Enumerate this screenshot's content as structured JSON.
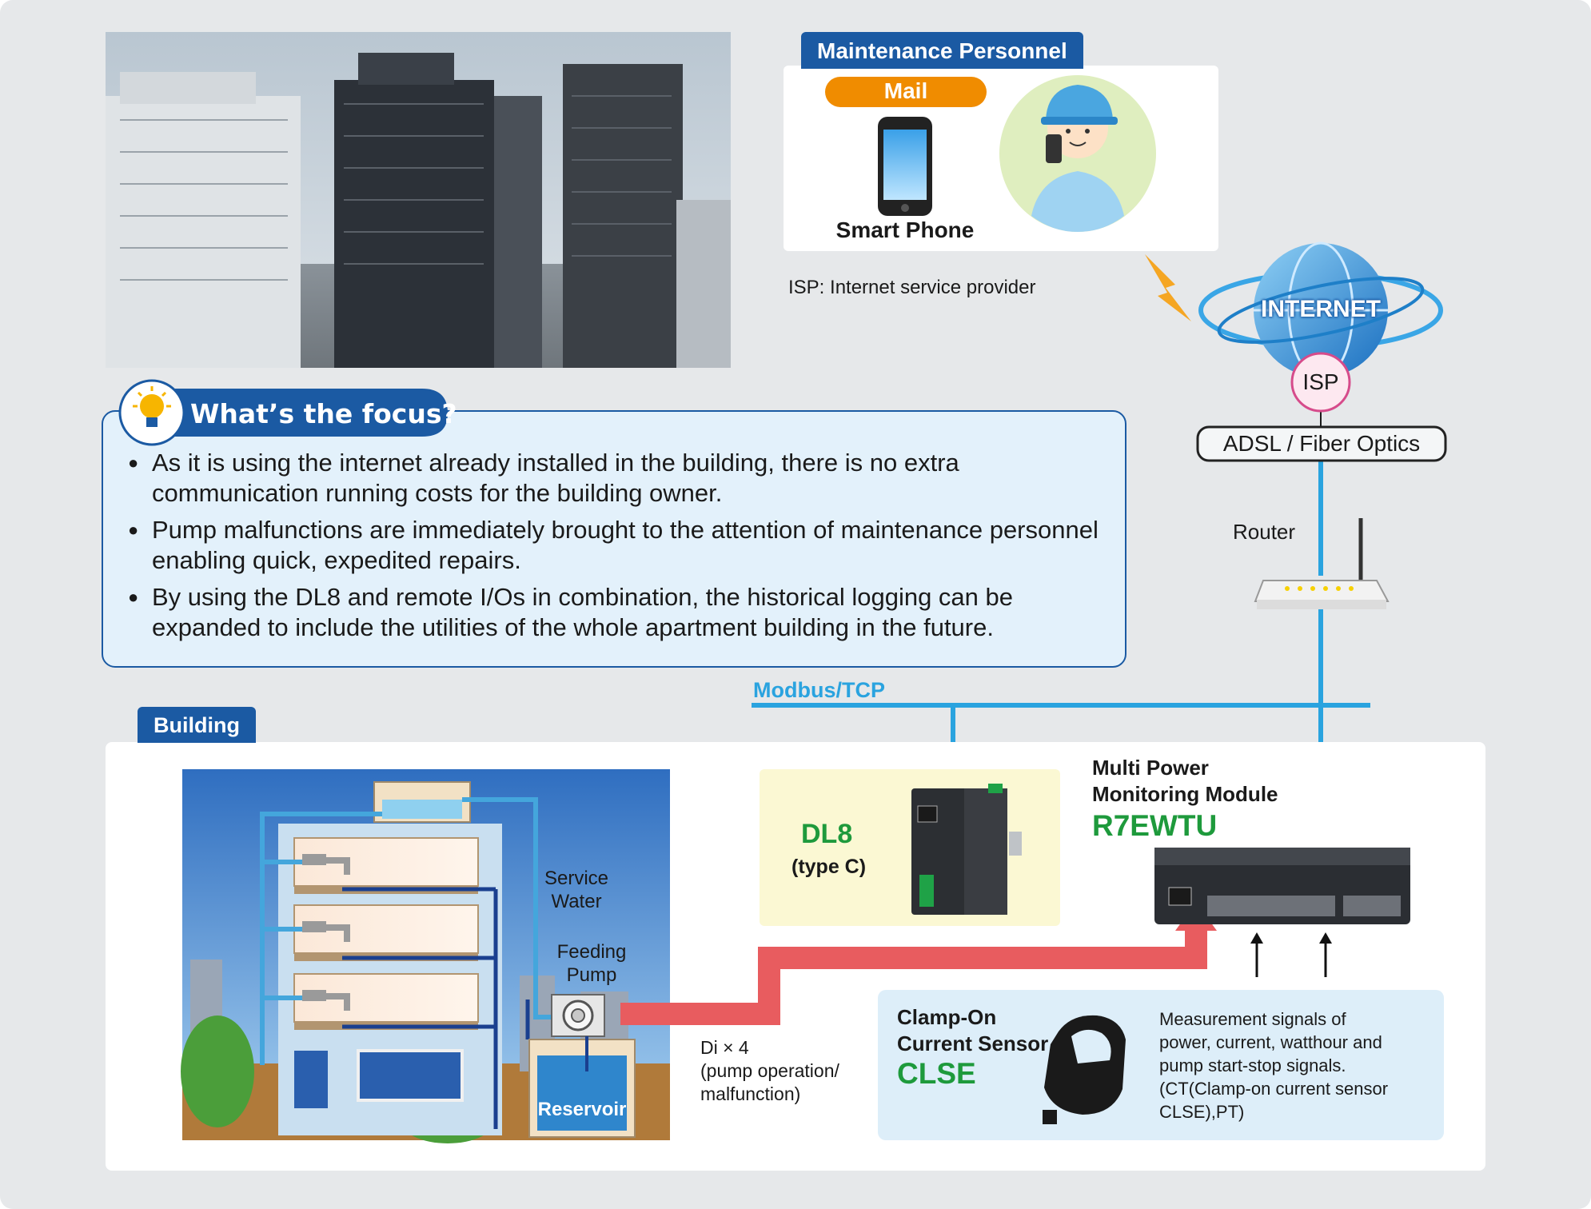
{
  "maintenance": {
    "tab_label": "Maintenance Personnel",
    "mail_label": "Mail",
    "smartphone_label": "Smart Phone"
  },
  "isp_note": "ISP: Internet service provider",
  "network": {
    "internet_label": "INTERNET",
    "isp_label": "ISP",
    "adsl_label": "ADSL / Fiber Optics",
    "router_label": "Router",
    "modbus_label": "Modbus/TCP"
  },
  "focus": {
    "title": "What’s the focus?",
    "items": [
      "As it is using the internet already installed in the building, there is no extra communication running costs for the building owner.",
      "Pump malfunctions are immediately brought to the attention of maintenance personnel enabling quick, expedited repairs.",
      "By using the DL8 and remote I/Os in combination, the historical logging can be expanded to include the utilities of the whole apartment building in the future."
    ]
  },
  "building": {
    "tab_label": "Building",
    "service_water": [
      "Service",
      "Water"
    ],
    "feeding_pump": [
      "Feeding",
      "Pump"
    ],
    "reservoir_label": "Reservoir",
    "di_note": [
      "Di × 4",
      "(pump operation/",
      "malfunction)"
    ]
  },
  "dl8": {
    "name": "DL8",
    "type": "(type C)"
  },
  "module": {
    "title_lines": [
      "Multi Power",
      "Monitoring Module"
    ],
    "model": "R7EWTU"
  },
  "sensor": {
    "title_lines": [
      "Clamp-On",
      "Current Sensor"
    ],
    "model": "CLSE",
    "description_lines": [
      "Measurement signals of",
      "power, current, watthour and",
      "pump start-stop signals.",
      "(CT(Clamp-on current sensor",
      "CLSE),PT)"
    ]
  },
  "colors": {
    "background": "#e6e8ea",
    "accent_blue": "#1b5aa3",
    "network_line": "#2aa3df",
    "signal_arrow": "#e85c5f",
    "model_green": "#1e9a3c",
    "mail_orange": "#f08c00"
  }
}
